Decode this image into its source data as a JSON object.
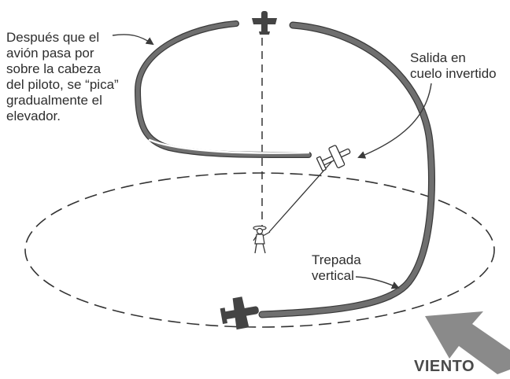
{
  "annotations": {
    "left_note": [
      "Después que el",
      "avión pasa por",
      "sobre la cabeza",
      "del piloto, se “pica”",
      "gradualmente el",
      "elevador."
    ],
    "right_note": [
      "Salida en",
      "cuelo invertido"
    ],
    "climb_note": [
      "Trepada",
      "vertical"
    ]
  },
  "wind": {
    "label": "VIENTO"
  },
  "colors": {
    "path": "#6f6f6f",
    "stroke": "#3a3a3a",
    "arrow": "#8a8a8a",
    "dash": "#333333"
  }
}
